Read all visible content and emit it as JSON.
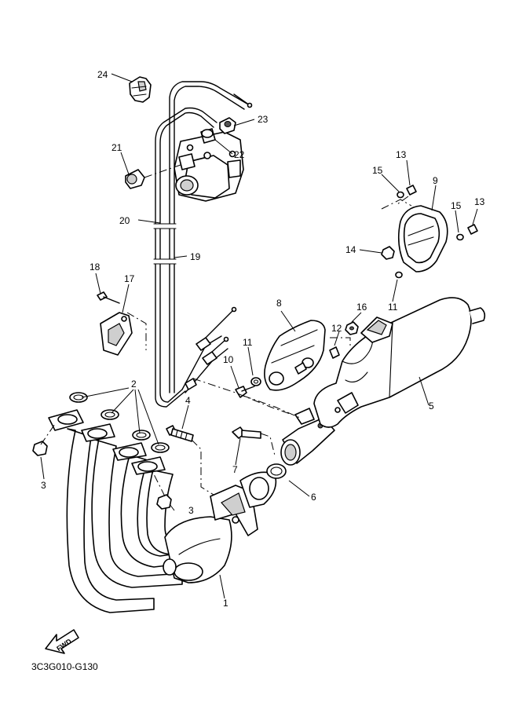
{
  "diagram": {
    "code": "3C3G010-G130",
    "fwd_label": "FWD",
    "callouts": [
      {
        "id": "c1",
        "label": "1"
      },
      {
        "id": "c2",
        "label": "2"
      },
      {
        "id": "c3a",
        "label": "3"
      },
      {
        "id": "c3b",
        "label": "3"
      },
      {
        "id": "c4",
        "label": "4"
      },
      {
        "id": "c5",
        "label": "5"
      },
      {
        "id": "c6",
        "label": "6"
      },
      {
        "id": "c7",
        "label": "7"
      },
      {
        "id": "c8",
        "label": "8"
      },
      {
        "id": "c9",
        "label": "9"
      },
      {
        "id": "c10",
        "label": "10"
      },
      {
        "id": "c11a",
        "label": "11"
      },
      {
        "id": "c11b",
        "label": "11"
      },
      {
        "id": "c12",
        "label": "12"
      },
      {
        "id": "c13a",
        "label": "13"
      },
      {
        "id": "c13b",
        "label": "13"
      },
      {
        "id": "c14",
        "label": "14"
      },
      {
        "id": "c15a",
        "label": "15"
      },
      {
        "id": "c15b",
        "label": "15"
      },
      {
        "id": "c16",
        "label": "16"
      },
      {
        "id": "c17",
        "label": "17"
      },
      {
        "id": "c18",
        "label": "18"
      },
      {
        "id": "c19",
        "label": "19"
      },
      {
        "id": "c20",
        "label": "20"
      },
      {
        "id": "c21",
        "label": "21"
      },
      {
        "id": "c22",
        "label": "22"
      },
      {
        "id": "c23",
        "label": "23"
      },
      {
        "id": "c24",
        "label": "24"
      }
    ]
  }
}
